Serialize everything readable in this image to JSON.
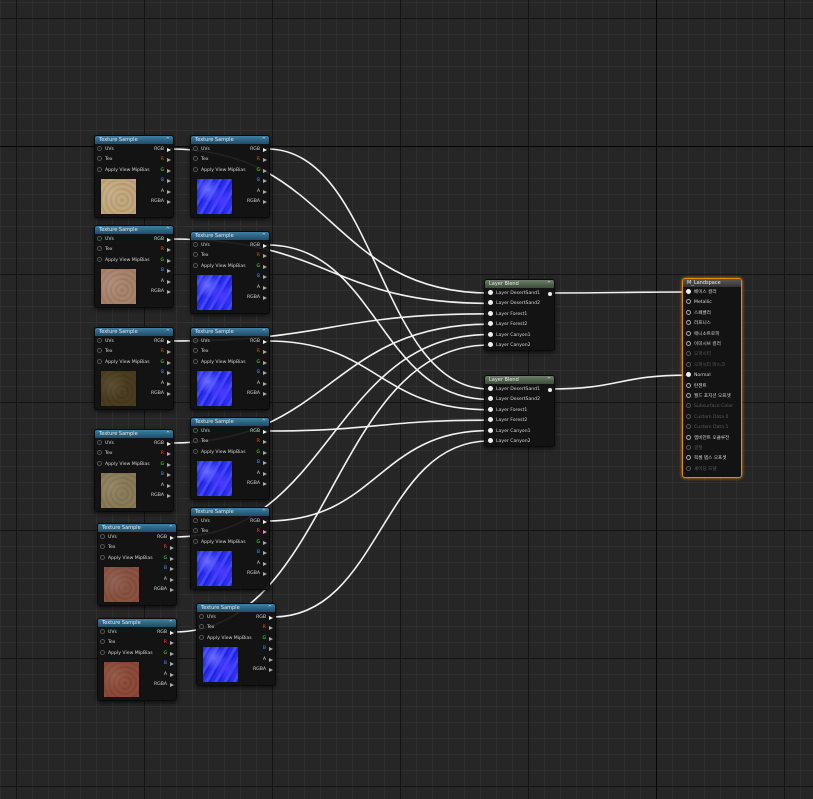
{
  "texture_sample_title": "Texture Sample",
  "tex_pins": {
    "uvs": "UVs",
    "tex": "Tex",
    "mip": "Apply View MipBias"
  },
  "tex_outputs": {
    "rgb": "RGB",
    "r": "R",
    "g": "G",
    "b": "B",
    "a": "A",
    "rgba": "RGBA"
  },
  "colors": {
    "sand1": "#c2a77c",
    "sand2": "#a8836b",
    "forest1": "#4a3c1e",
    "forest2": "#8a7b58",
    "canyon1": "#8a5240",
    "canyon2": "#8c4a38",
    "result_border": "#e08a12"
  },
  "layer_blend_title": "Layer Blend",
  "layer_names": [
    "Layer DesertSand1",
    "Layer DesertSand2",
    "Layer Forest1",
    "Layer Forest2",
    "Layer Canyon1",
    "Layer Canyon2"
  ],
  "result_node": {
    "title": "M_Landspace",
    "pins": [
      "베이스 컬러",
      "Metallic",
      "스페큘러",
      "러프니스",
      "애니소트로피",
      "이미시브 컬러",
      "오파시티",
      "오파시티 마스크",
      "Normal",
      "탄젠트",
      "월드 포지션 오프셋",
      "Subsurface Color",
      "Custom Data 0",
      "Custom Data 1",
      "앰비언트 오클루전",
      "굴절",
      "픽셀 뎁스 오프셋",
      "셰이딩 모델"
    ]
  }
}
